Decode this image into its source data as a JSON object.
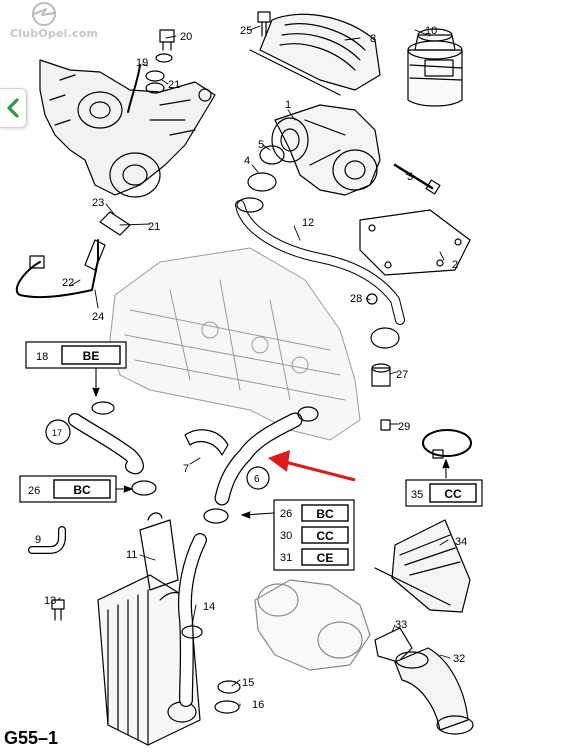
{
  "site": {
    "watermark": "ClubOpel.com",
    "credit": ""
  },
  "nav": {
    "back_icon": "chevron-left-icon",
    "accent": "#2e9b3e"
  },
  "figure": {
    "id": "G55–1"
  },
  "accent": {
    "arrow": "#e0191b"
  },
  "callouts": [
    {
      "num": "20"
    },
    {
      "num": "19"
    },
    {
      "num": "21"
    },
    {
      "num": "25"
    },
    {
      "num": "8"
    },
    {
      "num": "10"
    },
    {
      "num": "1"
    },
    {
      "num": "5"
    },
    {
      "num": "4"
    },
    {
      "num": "3"
    },
    {
      "num": "23"
    },
    {
      "num": "21"
    },
    {
      "num": "12"
    },
    {
      "num": "2"
    },
    {
      "num": "22"
    },
    {
      "num": "24"
    },
    {
      "num": "28"
    },
    {
      "num": "27"
    },
    {
      "num": "29"
    },
    {
      "num": "17"
    },
    {
      "num": "7"
    },
    {
      "num": "6"
    },
    {
      "num": "9"
    },
    {
      "num": "11"
    },
    {
      "num": "14"
    },
    {
      "num": "13"
    },
    {
      "num": "15"
    },
    {
      "num": "16"
    },
    {
      "num": "34"
    },
    {
      "num": "33"
    },
    {
      "num": "32"
    }
  ],
  "code_boxes": {
    "be": {
      "num": "18",
      "code": "BE"
    },
    "bc_left": {
      "num": "26",
      "code": "BC"
    },
    "bc_mid": {
      "num": "26",
      "code": "BC"
    },
    "cc_mid": {
      "num": "30",
      "code": "CC"
    },
    "ce_mid": {
      "num": "31",
      "code": "CE"
    },
    "cc_right": {
      "num": "35",
      "code": "CC"
    }
  }
}
